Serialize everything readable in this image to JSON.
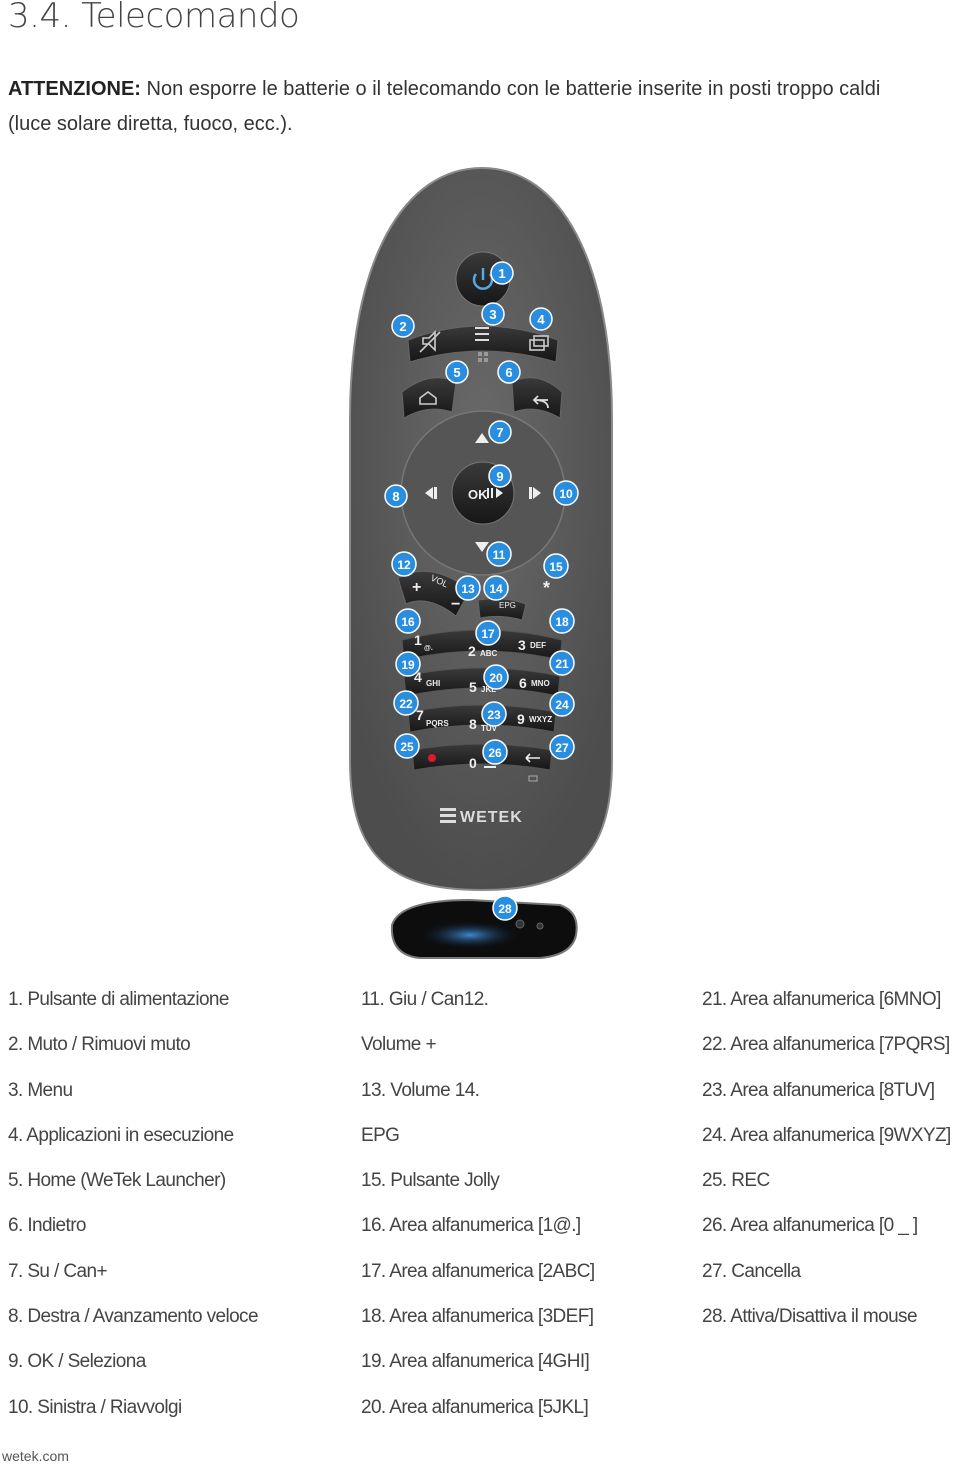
{
  "title": "3.4. Telecomando",
  "warning": {
    "label": "ATTENZIONE:",
    "text": " Non esporre le batterie o il telecomando con le batterie inserite in posti troppo caldi (luce solare diretta, fuoco, ecc.)."
  },
  "remote": {
    "brand": "WETEK",
    "keys": {
      "ok": "OK",
      "vol": "VOL",
      "epg": "EPG",
      "k1": "1",
      "k1s": "@.",
      "k2": "2",
      "k2s": "ABC",
      "k3": "3",
      "k3s": "DEF",
      "k4": "4",
      "k4s": "GHI",
      "k5": "5",
      "k5s": "JKL",
      "k6": "6",
      "k6s": "MNO",
      "k7": "7",
      "k7s": "PQRS",
      "k8": "8",
      "k8s": "TUV",
      "k9": "9",
      "k9s": "WXYZ",
      "k0": "0"
    },
    "badges": [
      "1",
      "2",
      "3",
      "4",
      "5",
      "6",
      "7",
      "8",
      "9",
      "10",
      "11",
      "12",
      "13",
      "14",
      "15",
      "16",
      "17",
      "18",
      "19",
      "20",
      "21",
      "22",
      "23",
      "24",
      "25",
      "26",
      "27",
      "28"
    ]
  },
  "legend": {
    "col1": [
      "1. Pulsante di alimentazione",
      "2. Muto / Rimuovi muto",
      "3. Menu",
      "4. Applicazioni in esecuzione",
      "5. Home (WeTek Launcher)",
      "6. Indietro",
      "7. Su / Can+",
      "8. Destra / Avanzamento veloce",
      "9. OK / Seleziona",
      "10. Sinistra / Riavvolgi"
    ],
    "col2": [
      "11. Giu / Can12.",
      "Volume +",
      "13. Volume 14.",
      "EPG",
      "15. Pulsante Jolly",
      "16. Area alfanumerica [1@.]",
      "17. Area alfanumerica [2ABC]",
      "18. Area alfanumerica [3DEF]",
      "19. Area alfanumerica [4GHI]",
      "20. Area alfanumerica [5JKL]"
    ],
    "col3": [
      "21. Area alfanumerica [6MNO]",
      "22. Area alfanumerica [7PQRS]",
      "23. Area alfanumerica [8TUV]",
      "24. Area alfanumerica [9WXYZ]",
      "25. REC",
      "26. Area alfanumerica [0 _ ]",
      "27. Cancella",
      "28. Attiva/Disattiva il mouse"
    ]
  },
  "footer": "wetek.com"
}
